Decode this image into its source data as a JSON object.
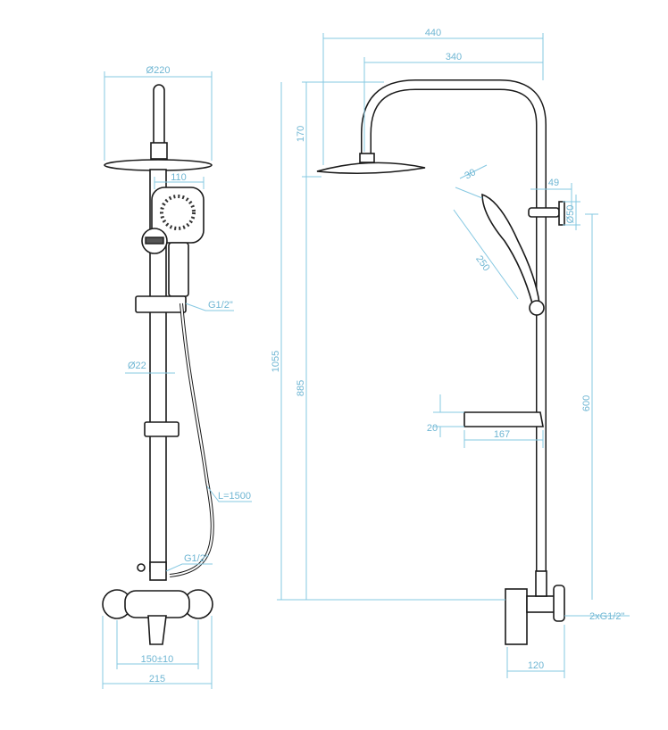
{
  "title": "Shower set technical drawing",
  "colors": {
    "dimension": "#86c8e2",
    "outline": "#1a1a1a"
  },
  "front_view": {
    "head_diameter": "Ø220",
    "hand_shower_width": "110",
    "hose_thread_top": "G1/2\"",
    "rail_diameter": "Ø22",
    "hose_length": "L=1500",
    "hose_thread_bottom": "G1/2\"",
    "mixer_spacing": "150±10",
    "mixer_width": "215"
  },
  "side_view": {
    "total_reach": "440",
    "arm_reach": "340",
    "head_drop": "170",
    "hand_shower_thickness": "30",
    "holder_offset": "49",
    "wall_bracket_diameter": "Ø50",
    "hand_shower_length": "250",
    "total_height": "1055",
    "head_height": "885",
    "bracket_height": "600",
    "shelf_thickness": "20",
    "shelf_depth": "167",
    "inlet_threads": "2xG1/2\"",
    "mixer_depth": "120"
  }
}
